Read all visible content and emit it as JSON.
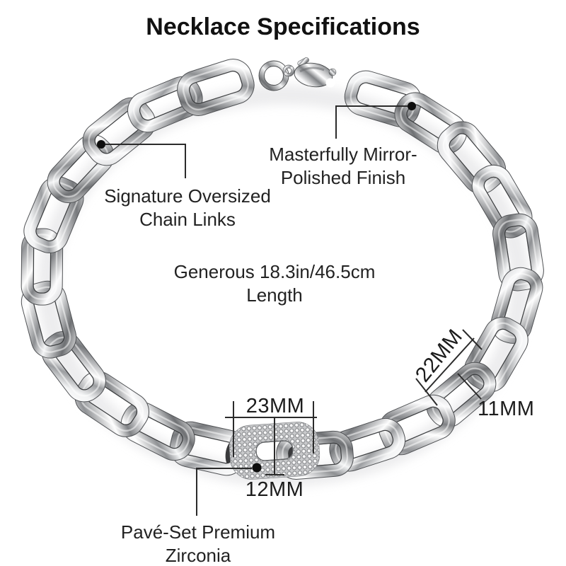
{
  "title": "Necklace Specifications",
  "annotations": {
    "mirror": {
      "line1": "Masterfully Mirror-",
      "line2": "Polished Finish"
    },
    "signature": {
      "line1": "Signature Oversized",
      "line2": "Chain Links"
    },
    "length": {
      "line1": "Generous 18.3in/46.5cm",
      "line2": "Length"
    },
    "pave": {
      "line1": "Pavé-Set Premium",
      "line2": "Zirconia"
    },
    "dim_link_length": "22MM",
    "dim_link_width": "11MM",
    "dim_clasp_length": "23MM",
    "dim_clasp_width": "12MM"
  },
  "colors": {
    "background": "#ffffff",
    "text": "#1f1f1f",
    "title_text": "#111111",
    "callout_line": "#2b2b2b",
    "callout_dot": "#0e0e0e",
    "metal_highlight": "#ffffff",
    "metal_mid": "#b9babc",
    "metal_dark": "#77797c",
    "metal_shadow": "#3a3c3e",
    "pave_base": "#d9dadc"
  }
}
